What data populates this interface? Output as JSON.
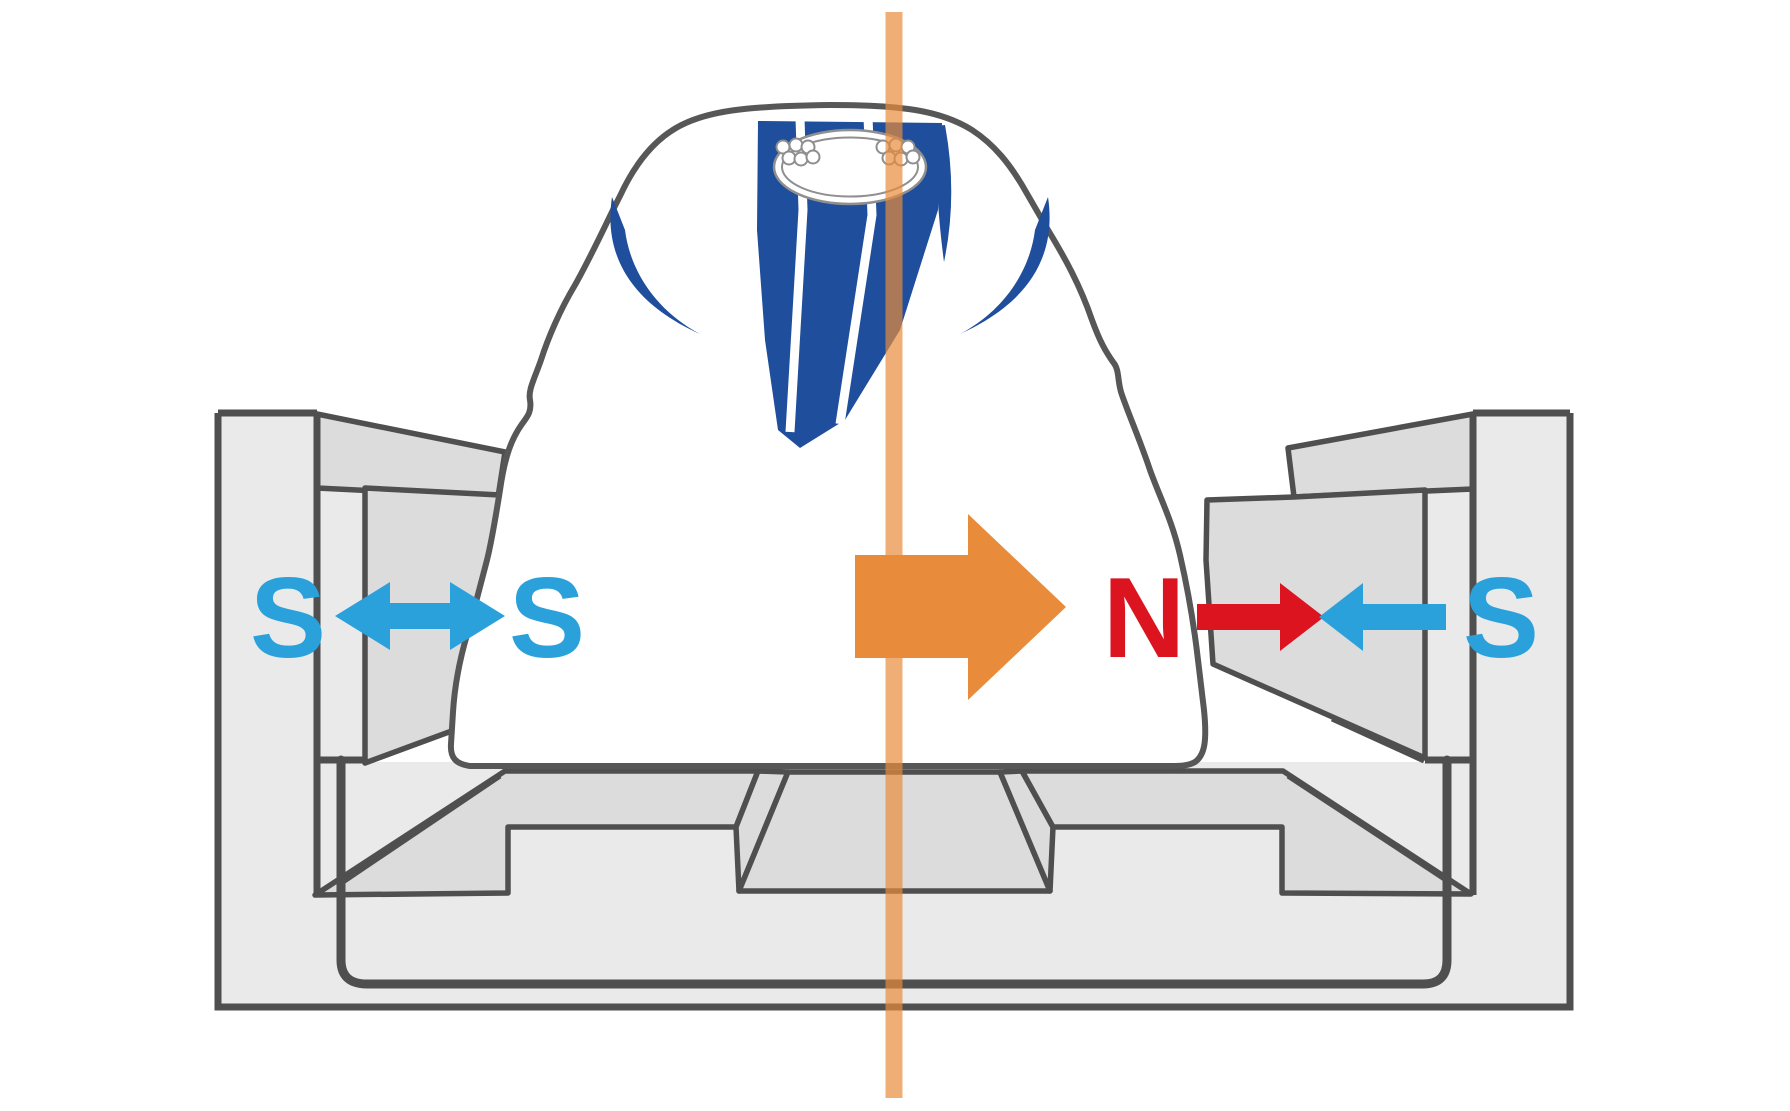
{
  "labels": {
    "left_wall_pole": "S",
    "left_train_pole": "S",
    "right_train_pole": "N",
    "right_wall_pole": "S"
  },
  "colors": {
    "pole_blue": "#2BA1DB",
    "pole_red": "#DB1420",
    "propulsion_orange": "#E88C3C",
    "axis_orange": "#E88C3C",
    "train_blue": "#1F4E9C",
    "outline_gray": "#4F4F4F",
    "train_outline_gray": "#575757",
    "wall_light_gray": "#EAEAEB",
    "wall_mid_gray": "#DCDCDD",
    "window_outline_gray": "#8F8F8F"
  }
}
